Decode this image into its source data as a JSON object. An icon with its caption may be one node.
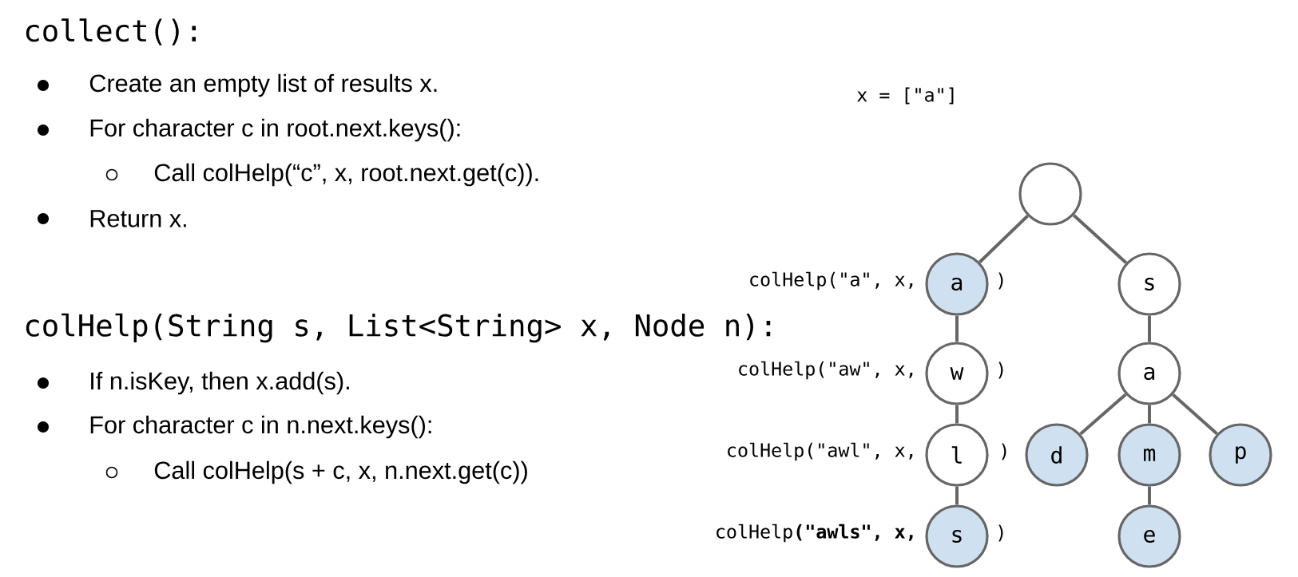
{
  "diagram": {
    "nodes": [
      {
        "text": [],
        "shape": "circle"
      },
      {
        "text": [
          "a"
        ],
        "beside": [
          "colHelp(\"a\", x,",
          ")"
        ]
      },
      {
        "text": [
          "s"
        ]
      },
      {
        "text": [
          "w"
        ],
        "beside": [
          "colHelp(\"aw\", x,",
          ")"
        ]
      },
      {
        "text": [
          "a"
        ]
      },
      {
        "text": [
          "l"
        ],
        "beside": [
          "colHelp(\"awl\", x,",
          ")"
        ]
      },
      {
        "text": [
          "d"
        ]
      },
      {
        "text": [
          "m"
        ]
      },
      {
        "text": [
          "p"
        ]
      },
      {
        "text": [
          "s"
        ],
        "beside": [
          "colHelp**(\"awls\", x,**",
          ")"
        ]
      },
      {
        "text": [
          "e"
        ]
      }
    ],
    "edges": [
      {
        "from": 0,
        "to": 1,
        "arrow": "none"
      },
      {
        "from": 0,
        "to": 2,
        "arrow": "none"
      },
      {
        "from": 1,
        "to": 3,
        "arrow": "none"
      },
      {
        "from": 2,
        "to": 4,
        "arrow": "none"
      },
      {
        "from": 3,
        "to": 5,
        "arrow": "none"
      },
      {
        "from": 4,
        "to": 6,
        "arrow": "none"
      },
      {
        "from": 4,
        "to": 7,
        "arrow": "none"
      },
      {
        "from": 4,
        "to": 8,
        "arrow": "none"
      },
      {
        "from": 5,
        "to": 9,
        "arrow": "none"
      },
      {
        "from": 7,
        "to": 10,
        "arrow": "none"
      }
    ],
    "labels": [
      "collect():",
      "Create an empty list of results x.",
      "x = [\"a\"]",
      "For character c in root.next.keys():",
      "Call colHelp(“c”, x, root.next.get(c)).",
      "Return x.",
      "colHelp(String s, List<String> x, Node n):",
      "If n.isKey, then x.add(s).",
      "For character c in n.next.keys():",
      "Call colHelp(s + c, x, n.next.get(c))"
    ]
  }
}
